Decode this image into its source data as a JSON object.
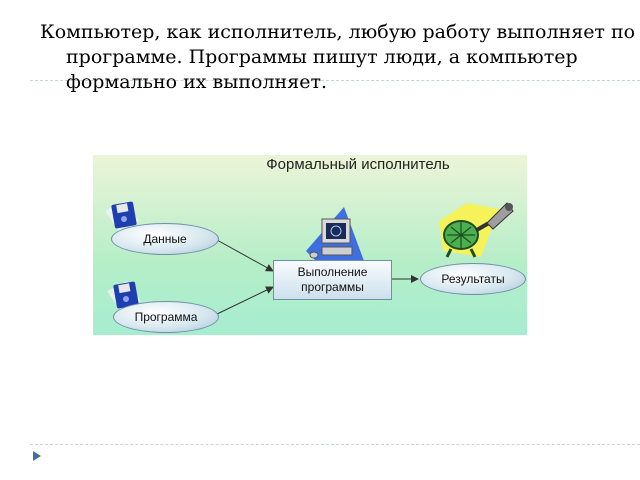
{
  "slide": {
    "paragraph": "Компьютер, как исполнитель, любую работу выполняет по программе. Программы пишут люди, а компьютер формально их выполняет."
  },
  "figure": {
    "title": "Формальный исполнитель",
    "data_label": "Данные",
    "program_label": "Программа",
    "execution_line1": "Выполнение",
    "execution_line2": "программы",
    "results_label": "Результаты",
    "icons": [
      "floppy-disk-icon",
      "floppy-disk-icon",
      "computer-icon",
      "turtle-robot-icon"
    ]
  }
}
